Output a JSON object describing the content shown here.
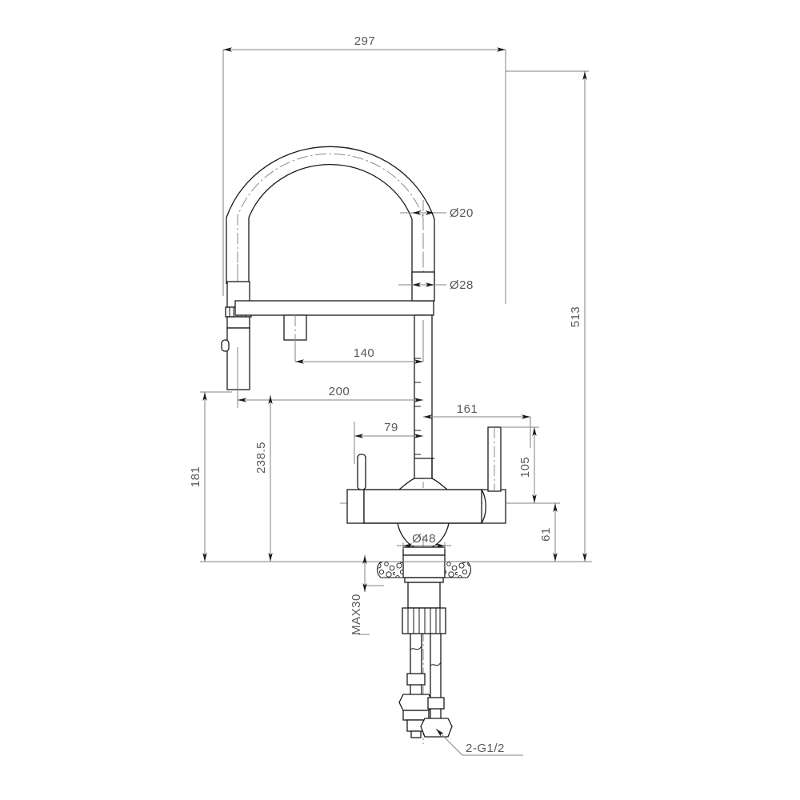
{
  "document": {
    "kind": "technical-drawing",
    "subject": "kitchen-faucet-with-pull-down-spray",
    "units": "mm",
    "background_color": "#ffffff",
    "object_line_color": "#1a1a1a",
    "dimension_line_color": "#808083",
    "dimension_text_color": "#58585a",
    "center_line_color": "#8a8a8d"
  },
  "dimensions": {
    "overall_width": {
      "label": "297",
      "name": "overall-width",
      "orientation": "horizontal",
      "value": 297
    },
    "overall_height": {
      "label": "513",
      "name": "overall-height",
      "orientation": "vertical",
      "value": 513
    },
    "spray_tube_diameter": {
      "label": "Ø20",
      "name": "spray-tube-diameter",
      "orientation": "horizontal",
      "value": 20
    },
    "body_tube_diameter": {
      "label": "Ø28",
      "name": "body-tube-diameter",
      "orientation": "horizontal",
      "value": 28
    },
    "base_diameter": {
      "label": "Ø48",
      "name": "base-diameter",
      "orientation": "horizontal",
      "value": 48
    },
    "reach_140": {
      "label": "140",
      "name": "reach-to-swivel",
      "orientation": "horizontal",
      "value": 140
    },
    "reach_200": {
      "label": "200",
      "name": "reach-to-spray-head",
      "orientation": "horizontal",
      "value": 200
    },
    "offset_161": {
      "label": "161",
      "name": "handle-offset-right",
      "orientation": "horizontal",
      "value": 161
    },
    "offset_79": {
      "label": "79",
      "name": "spout-offset-left",
      "orientation": "horizontal",
      "value": 79
    },
    "height_181": {
      "label": "181",
      "name": "spray-head-bottom-height",
      "orientation": "vertical",
      "value": 181
    },
    "height_238_5": {
      "label": "238.5",
      "name": "swivel-arm-height",
      "orientation": "vertical",
      "value": 238.5
    },
    "height_105": {
      "label": "105",
      "name": "handle-top-height",
      "orientation": "vertical",
      "value": 105
    },
    "height_61": {
      "label": "61",
      "name": "body-shoulder-height",
      "orientation": "vertical",
      "value": 61
    },
    "max_thickness": {
      "label": "MAX30",
      "name": "max-countertop-thickness",
      "orientation": "vertical",
      "value": 30
    },
    "thread_callout": {
      "label": "2-G1/2",
      "name": "supply-thread-callout",
      "orientation": "leader",
      "value": "2-G1/2"
    }
  }
}
